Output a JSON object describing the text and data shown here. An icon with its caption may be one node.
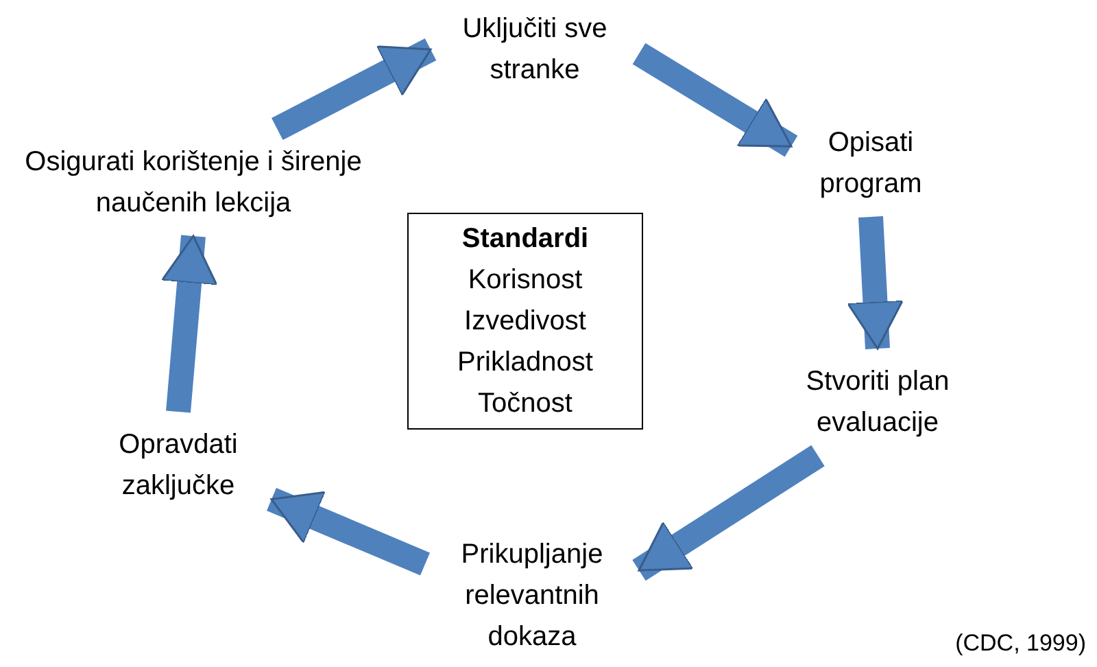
{
  "diagram": {
    "nodes": [
      {
        "text": [
          "Uključiti sve stranke"
        ]
      },
      {
        "text": [
          "Opisati program"
        ]
      },
      {
        "text": [
          "Stvoriti plan evaluacije"
        ]
      },
      {
        "text": [
          "Prikupljanje relevantnih dokaza"
        ]
      },
      {
        "text": [
          "Opravdati zaključke"
        ]
      },
      {
        "text": [
          "Osigurati korištenje i širenje naučenih lekcija"
        ]
      },
      {
        "text": [
          "Standardi",
          "Korisnost",
          "Izvedivost",
          "Prikladnost",
          "Točnost"
        ]
      }
    ],
    "edges": [
      {
        "from": 5,
        "to": 0,
        "arrow": "to"
      },
      {
        "from": 0,
        "to": 1,
        "arrow": "to"
      },
      {
        "from": 1,
        "to": 2,
        "arrow": "to"
      },
      {
        "from": 2,
        "to": 3,
        "arrow": "to"
      },
      {
        "from": 3,
        "to": 4,
        "arrow": "to"
      },
      {
        "from": 4,
        "to": 5,
        "arrow": "to"
      }
    ],
    "labels": [
      "(CDC, 1999)"
    ]
  }
}
